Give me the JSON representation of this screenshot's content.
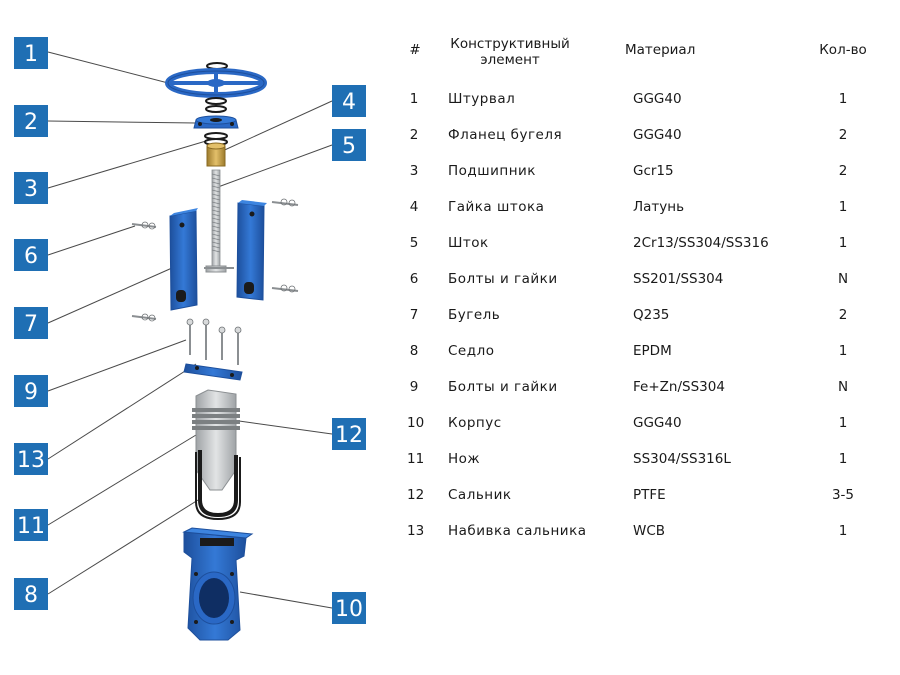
{
  "table": {
    "headers": {
      "num": "#",
      "element": "Конструктивный элемент",
      "material": "Материал",
      "qty": "Кол-во"
    },
    "rows": [
      {
        "num": "1",
        "element": "Штурвал",
        "material": "GGG40",
        "qty": "1"
      },
      {
        "num": "2",
        "element": "Фланец бугеля",
        "material": "GGG40",
        "qty": "2"
      },
      {
        "num": "3",
        "element": "Подшипник",
        "material": "Gcr15",
        "qty": "2"
      },
      {
        "num": "4",
        "element": "Гайка штока",
        "material": "Латунь",
        "qty": "1"
      },
      {
        "num": "5",
        "element": "Шток",
        "material": "2Cr13/SS304/SS316",
        "qty": "1"
      },
      {
        "num": "6",
        "element": "Болты и гайки",
        "material": "SS201/SS304",
        "qty": "N"
      },
      {
        "num": "7",
        "element": "Бугель",
        "material": "Q235",
        "qty": "2"
      },
      {
        "num": "8",
        "element": "Седло",
        "material": "EPDM",
        "qty": "1"
      },
      {
        "num": "9",
        "element": "Болты и гайки",
        "material": "Fe+Zn/SS304",
        "qty": "N"
      },
      {
        "num": "10",
        "element": "Корпус",
        "material": "GGG40",
        "qty": "1"
      },
      {
        "num": "11",
        "element": "Нож",
        "material": "SS304/SS316L",
        "qty": "1"
      },
      {
        "num": "12",
        "element": "Сальник",
        "material": "PTFE",
        "qty": "3-5"
      },
      {
        "num": "13",
        "element": "Набивка сальника",
        "material": "WCB",
        "qty": "1"
      }
    ]
  },
  "diagram": {
    "callouts": [
      "1",
      "2",
      "3",
      "4",
      "5",
      "6",
      "7",
      "9",
      "13",
      "11",
      "8",
      "12",
      "10"
    ],
    "colors": {
      "callout_bg": "#1f6fb4",
      "part_blue": "#2a68c5",
      "part_blue_dark": "#1d4f9c",
      "steel": "#c9cbcc",
      "brass": "#c9a24a",
      "gasket": "#1b1b1b"
    }
  }
}
